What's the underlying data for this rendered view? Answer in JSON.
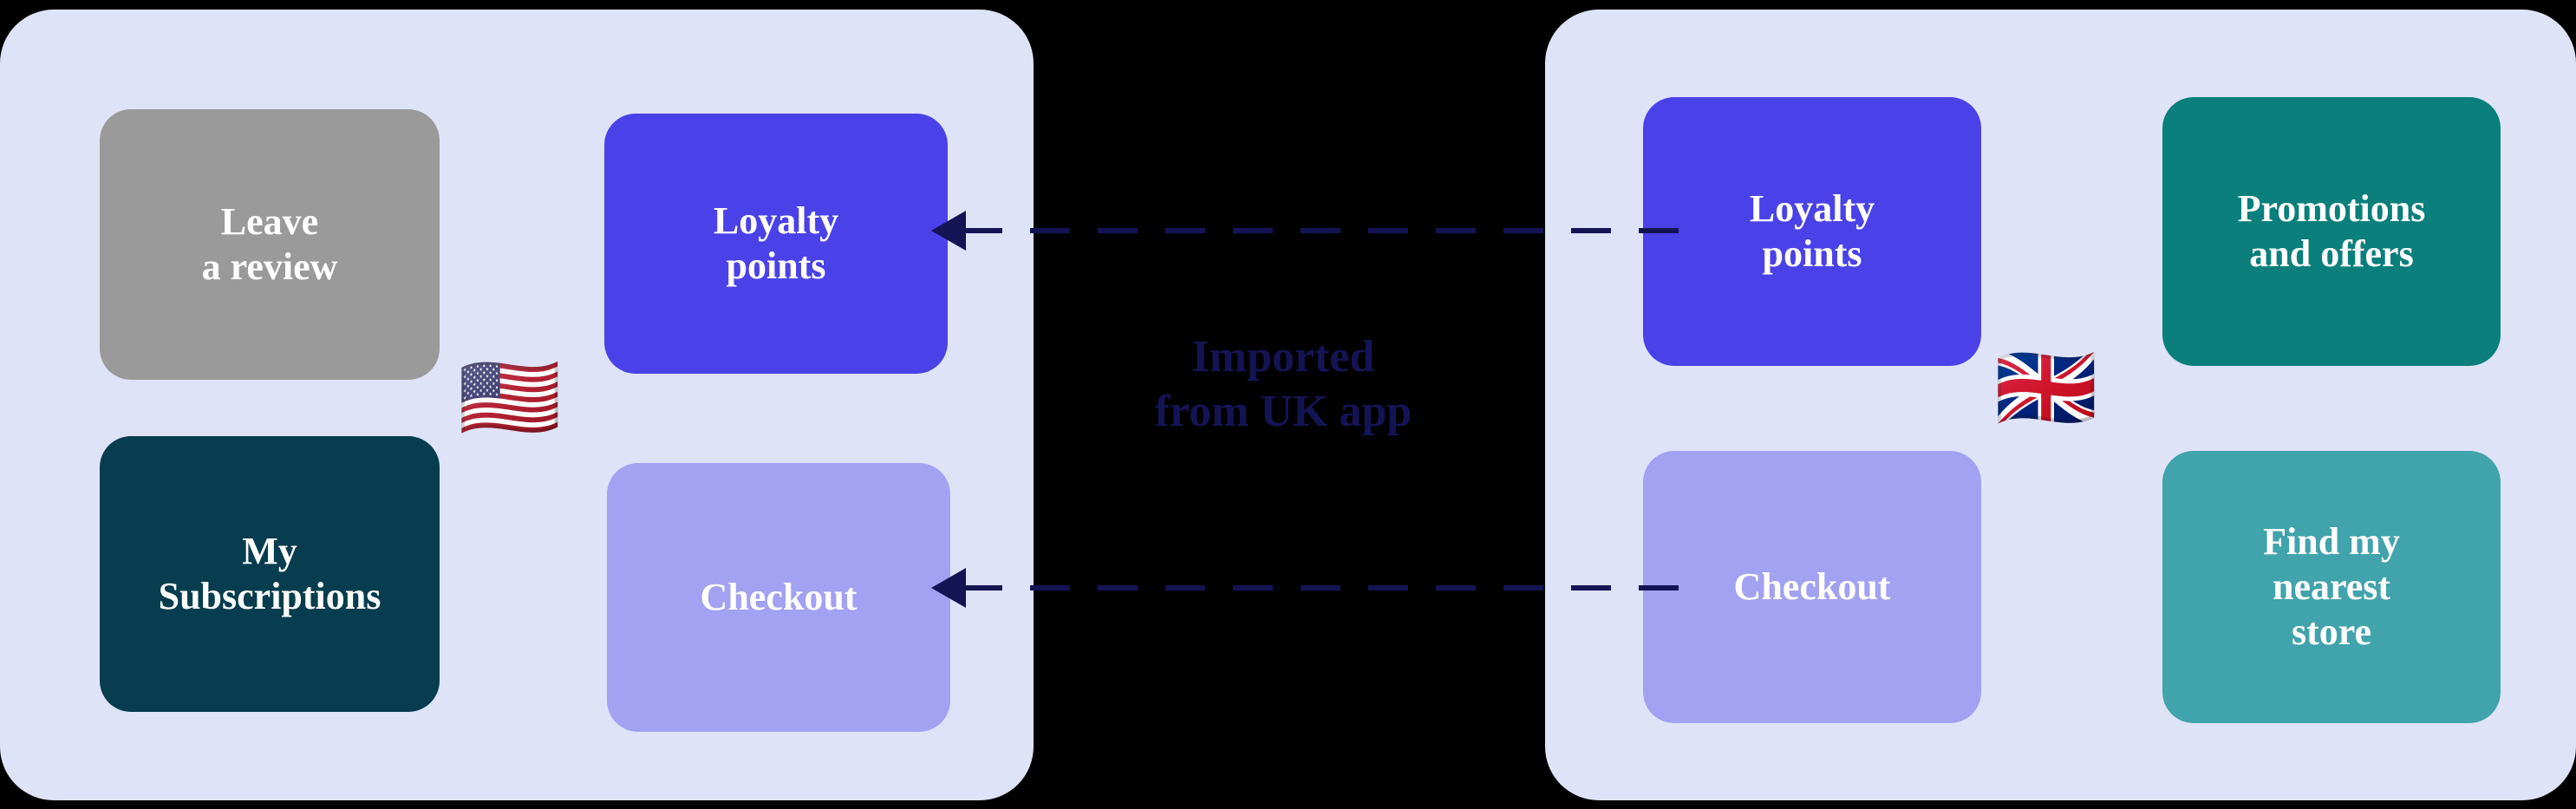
{
  "diagram": {
    "background_color": "#000000",
    "panel_color": "#dfe3f8",
    "accent_color": "#141455",
    "import_note": {
      "line1": "Imported",
      "line2": "from UK app"
    },
    "panels": [
      {
        "id": "us-app",
        "flag_emoji": "🇺🇸",
        "flag_name": "united-states-flag",
        "tiles": [
          {
            "id": "leave-review",
            "label": "Leave\na review",
            "label_line1": "Leave",
            "label_line2": "a review",
            "color": "#9a9a9a"
          },
          {
            "id": "us-loyalty",
            "label": "Loyalty\npoints",
            "label_line1": "Loyalty",
            "label_line2": "points",
            "color": "#4a42e8"
          },
          {
            "id": "my-subs",
            "label": "My\nSubscriptions",
            "label_line1": "My",
            "label_line2": "Subscriptions",
            "color": "#073d4e"
          },
          {
            "id": "us-checkout",
            "label": "Checkout",
            "label_line1": "Checkout",
            "label_line2": "",
            "color": "#a3a1f2"
          }
        ]
      },
      {
        "id": "uk-app",
        "flag_emoji": "🇬🇧",
        "flag_name": "united-kingdom-flag",
        "tiles": [
          {
            "id": "uk-loyalty",
            "label": "Loyalty\npoints",
            "label_line1": "Loyalty",
            "label_line2": "points",
            "color": "#4a42e8"
          },
          {
            "id": "promotions",
            "label": "Promotions\nand offers",
            "label_line1": "Promotions",
            "label_line2": "and offers",
            "color": "#0a7f7b"
          },
          {
            "id": "uk-checkout",
            "label": "Checkout",
            "label_line1": "Checkout",
            "label_line2": "",
            "color": "#a3a1f2"
          },
          {
            "id": "find-store",
            "label": "Find my\nnearest\nstore",
            "label_line1": "Find my",
            "label_line2": "nearest",
            "label_line3": "store",
            "color": "#41a3ab"
          }
        ]
      }
    ],
    "connectors": [
      {
        "id": "loyalty-connector",
        "from": "uk-loyalty",
        "to": "us-loyalty",
        "style": "dashed-arrow-left"
      },
      {
        "id": "checkout-connector",
        "from": "uk-checkout",
        "to": "us-checkout",
        "style": "dashed-arrow-left"
      }
    ]
  }
}
